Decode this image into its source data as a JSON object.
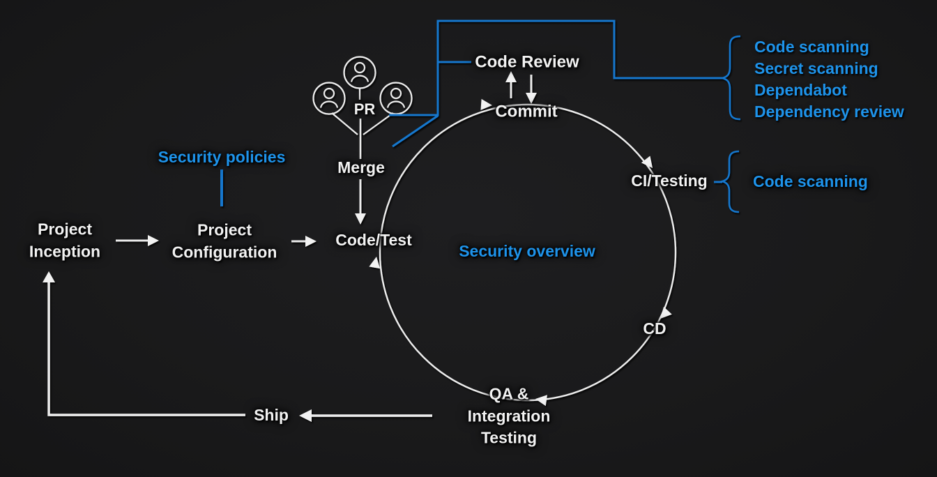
{
  "colors": {
    "background": "#1a1a1b",
    "accent_blue": "#1e93ea",
    "accent_blue_line": "#1377cd",
    "text_white": "#f2f2f2"
  },
  "flow_nodes": {
    "project_inception": "Project\nInception",
    "project_configuration": "Project\nConfiguration",
    "code_test": "Code/Test",
    "ship": "Ship"
  },
  "pr_group": {
    "pr_label": "PR",
    "merge_label": "Merge",
    "reviewer_icons": [
      "person-icon",
      "person-icon",
      "person-icon"
    ]
  },
  "cycle": {
    "code_review": "Code Review",
    "commit": "Commit",
    "ci_testing": "CI/Testing",
    "cd": "CD",
    "qa_integration_testing": "QA &\nIntegration\nTesting",
    "center_label": "Security overview"
  },
  "security_annotations": {
    "security_policies": "Security policies",
    "commit_tools": [
      "Code scanning",
      "Secret scanning",
      "Dependabot",
      "Dependency review"
    ],
    "ci_tools": [
      "Code scanning"
    ]
  }
}
